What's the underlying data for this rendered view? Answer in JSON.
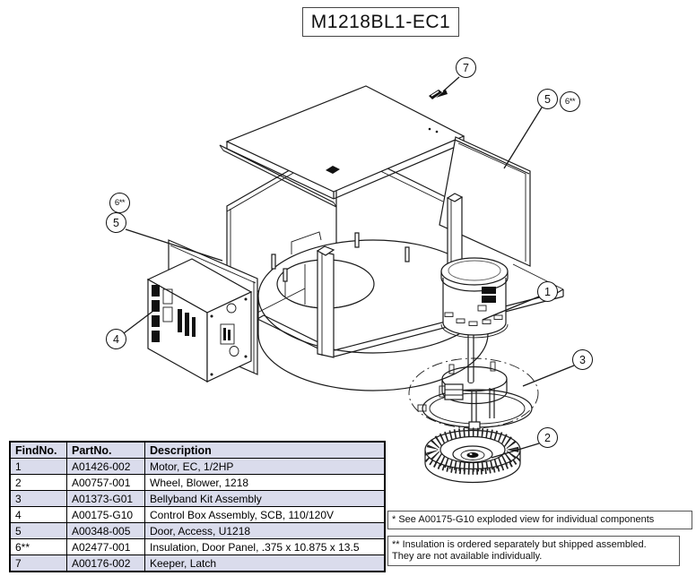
{
  "title": "M1218BL1-EC1",
  "callouts": {
    "c7": "7",
    "c5_right": "5",
    "c6_right": "6**",
    "c6_left": "6**",
    "c5_left": "5",
    "c4": "4",
    "c1": "1",
    "c3": "3",
    "c2": "2"
  },
  "table": {
    "headers": [
      "FindNo.",
      "PartNo.",
      "Description"
    ],
    "rows": [
      {
        "find": "1",
        "part": "A01426-002",
        "desc": "Motor, EC, 1/2HP"
      },
      {
        "find": "2",
        "part": "A00757-001",
        "desc": "Wheel, Blower, 1218"
      },
      {
        "find": "3",
        "part": "A01373-G01",
        "desc": "Bellyband Kit Assembly"
      },
      {
        "find": "4",
        "part": "A00175-G10",
        "desc": "Control Box Assembly, SCB, 110/120V"
      },
      {
        "find": "5",
        "part": "A00348-005",
        "desc": "Door, Access, U1218"
      },
      {
        "find": "6**",
        "part": "A02477-001",
        "desc": "Insulation, Door Panel, .375 x 10.875 x 13.5"
      },
      {
        "find": "7",
        "part": "A00176-002",
        "desc": "Keeper, Latch"
      }
    ]
  },
  "notes": {
    "note1": "* See A00175-G10 exploded view for individual components",
    "note2_line1": "** Insulation is ordered separately but shipped assembled.",
    "note2_line2": "They are not available individually."
  },
  "colors": {
    "line": "#1a1a1a",
    "background": "#ffffff",
    "table_shade": "#dadcec"
  }
}
